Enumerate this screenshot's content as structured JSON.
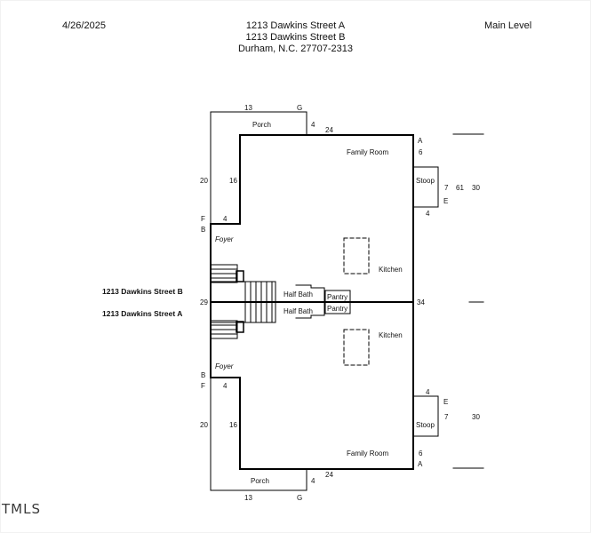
{
  "header": {
    "date": "4/26/2025",
    "address_lines": [
      "1213 Dawkins Street A",
      "1213 Dawkins Street B",
      "Durham, N.C. 27707-2313"
    ],
    "level": "Main Level"
  },
  "unit_labels": {
    "b": "1213 Dawkins Street B",
    "a": "1213 Dawkins Street A"
  },
  "rooms": {
    "porch": "Porch",
    "family_room": "Family Room",
    "stoop": "Stoop",
    "foyer": "Foyer",
    "kitchen": "Kitchen",
    "half_bath": "Half Bath",
    "pantry": "Pantry"
  },
  "dims": {
    "porch_width": "13",
    "g": "G",
    "porch_depth": "4",
    "top_width": "24",
    "a": "A",
    "six": "6",
    "left_outer": "20",
    "left_inner": "16",
    "f": "F",
    "b": "B",
    "foyer_step": "4",
    "stoop_depth": "7",
    "stoop_total": "61",
    "right_total": "30",
    "e": "E",
    "stoop_width": "4",
    "center_left": "29",
    "center_right": "34"
  },
  "watermark": "TMLS"
}
